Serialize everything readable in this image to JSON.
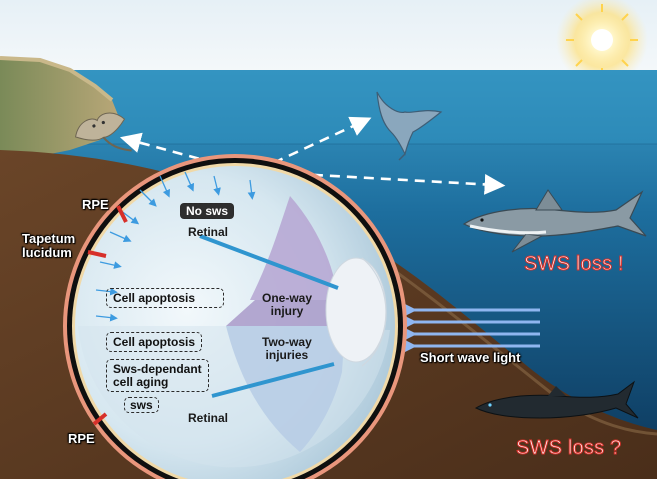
{
  "labels": {
    "rpe_top": "RPE",
    "tapetum": "Tapetum\nlucidum",
    "rpe_bottom": "RPE",
    "no_sws": "No sws",
    "retinal_top": "Retinal",
    "cell_apoptosis_top": "Cell apoptosis",
    "one_way": "One-way\ninjury",
    "cell_apoptosis_bottom": "Cell apoptosis",
    "sws_aging": "Sws-dependant\ncell aging",
    "sws": "sws",
    "retinal_bottom": "Retinal",
    "two_way": "Two-way\ninjuries",
    "short_wave_light": "Short wave light",
    "sws_loss_shark": "SWS loss !",
    "sws_loss_deep": "SWS loss ?"
  },
  "colors": {
    "sky_top": "#e3eef5",
    "sea_surface": "#2b86b6",
    "sea_deep": "#0d3f63",
    "seafloor": "#5b3a22",
    "accent_red": "#d7302a",
    "ray_blue": "#2f95cf"
  },
  "icons": [
    "sun-icon",
    "stingray-icon",
    "manta-ray-icon",
    "shark-icon",
    "deep-sea-shark-icon",
    "eye-icon"
  ]
}
